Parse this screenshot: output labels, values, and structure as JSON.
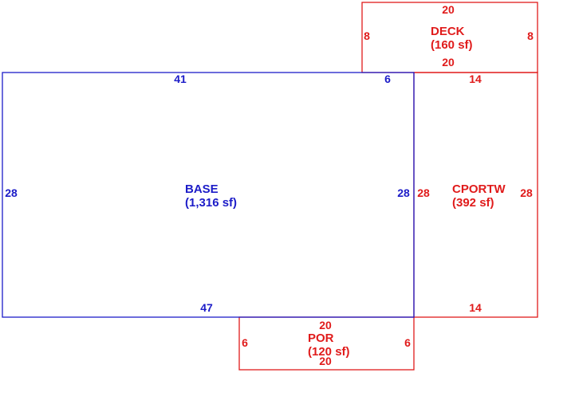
{
  "colors": {
    "base": "#1c1cc8",
    "addition": "#e01b1b"
  },
  "base": {
    "name": "BASE",
    "area": "(1,316 sf)",
    "dims": {
      "top_left": "41",
      "top_right": "6",
      "left": "28",
      "right": "28",
      "bottom": "47"
    }
  },
  "deck": {
    "name": "DECK",
    "area": "(160 sf)",
    "dims": {
      "top": "20",
      "bottom": "20",
      "left": "8",
      "right": "8"
    }
  },
  "cportw": {
    "name": "CPORTW",
    "area": "(392 sf)",
    "dims": {
      "top": "14",
      "bottom": "14",
      "left": "28",
      "right": "28"
    }
  },
  "por": {
    "name": "POR",
    "area": "(120 sf)",
    "dims": {
      "top": "20",
      "bottom": "20",
      "left": "6",
      "right": "6"
    }
  }
}
